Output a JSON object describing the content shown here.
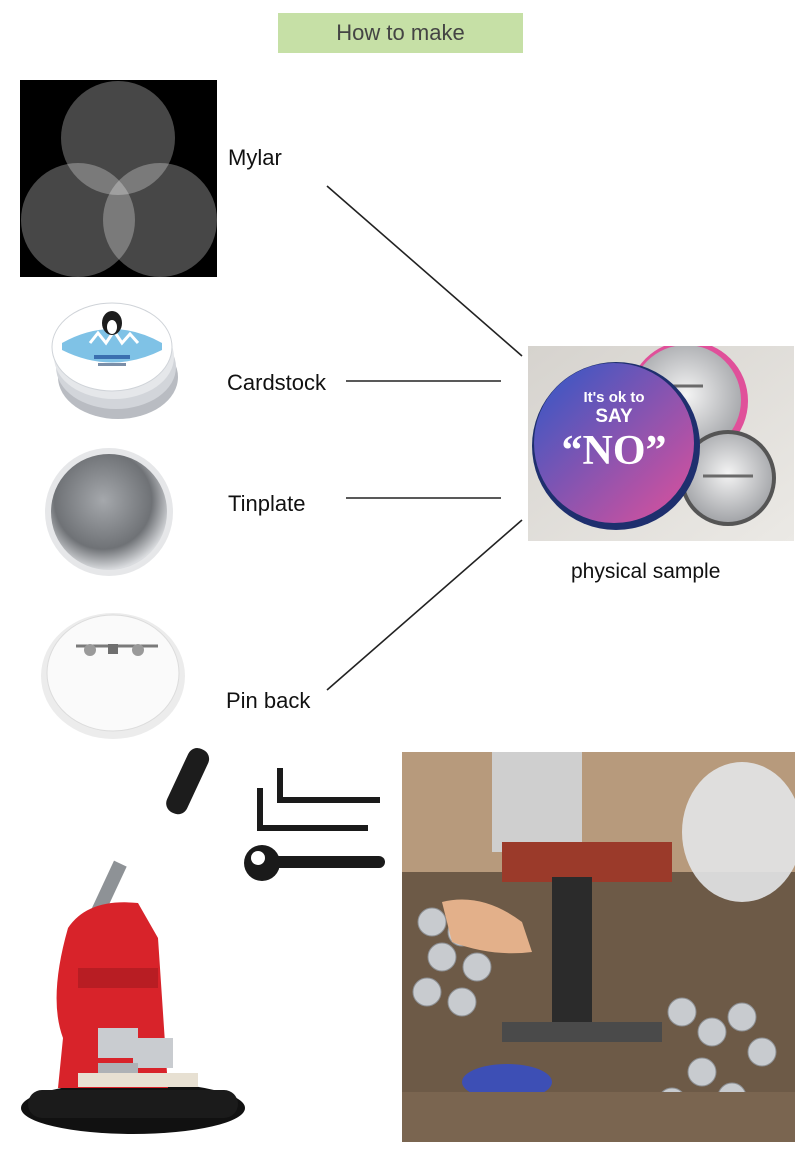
{
  "title": "How to make",
  "components": {
    "mylar": "Mylar",
    "cardstock": "Cardstock",
    "tinplate": "Tinplate",
    "pin_back": "Pin back"
  },
  "sample": {
    "caption": "physical sample",
    "badge_line1": "It's ok to",
    "badge_line2": "SAY",
    "badge_line3": "“NO”"
  },
  "colors": {
    "title_bg": "#c6e0a6",
    "press_red": "#d8232a",
    "badge_blue": "#2e58c7",
    "badge_pink": "#e0509a"
  }
}
